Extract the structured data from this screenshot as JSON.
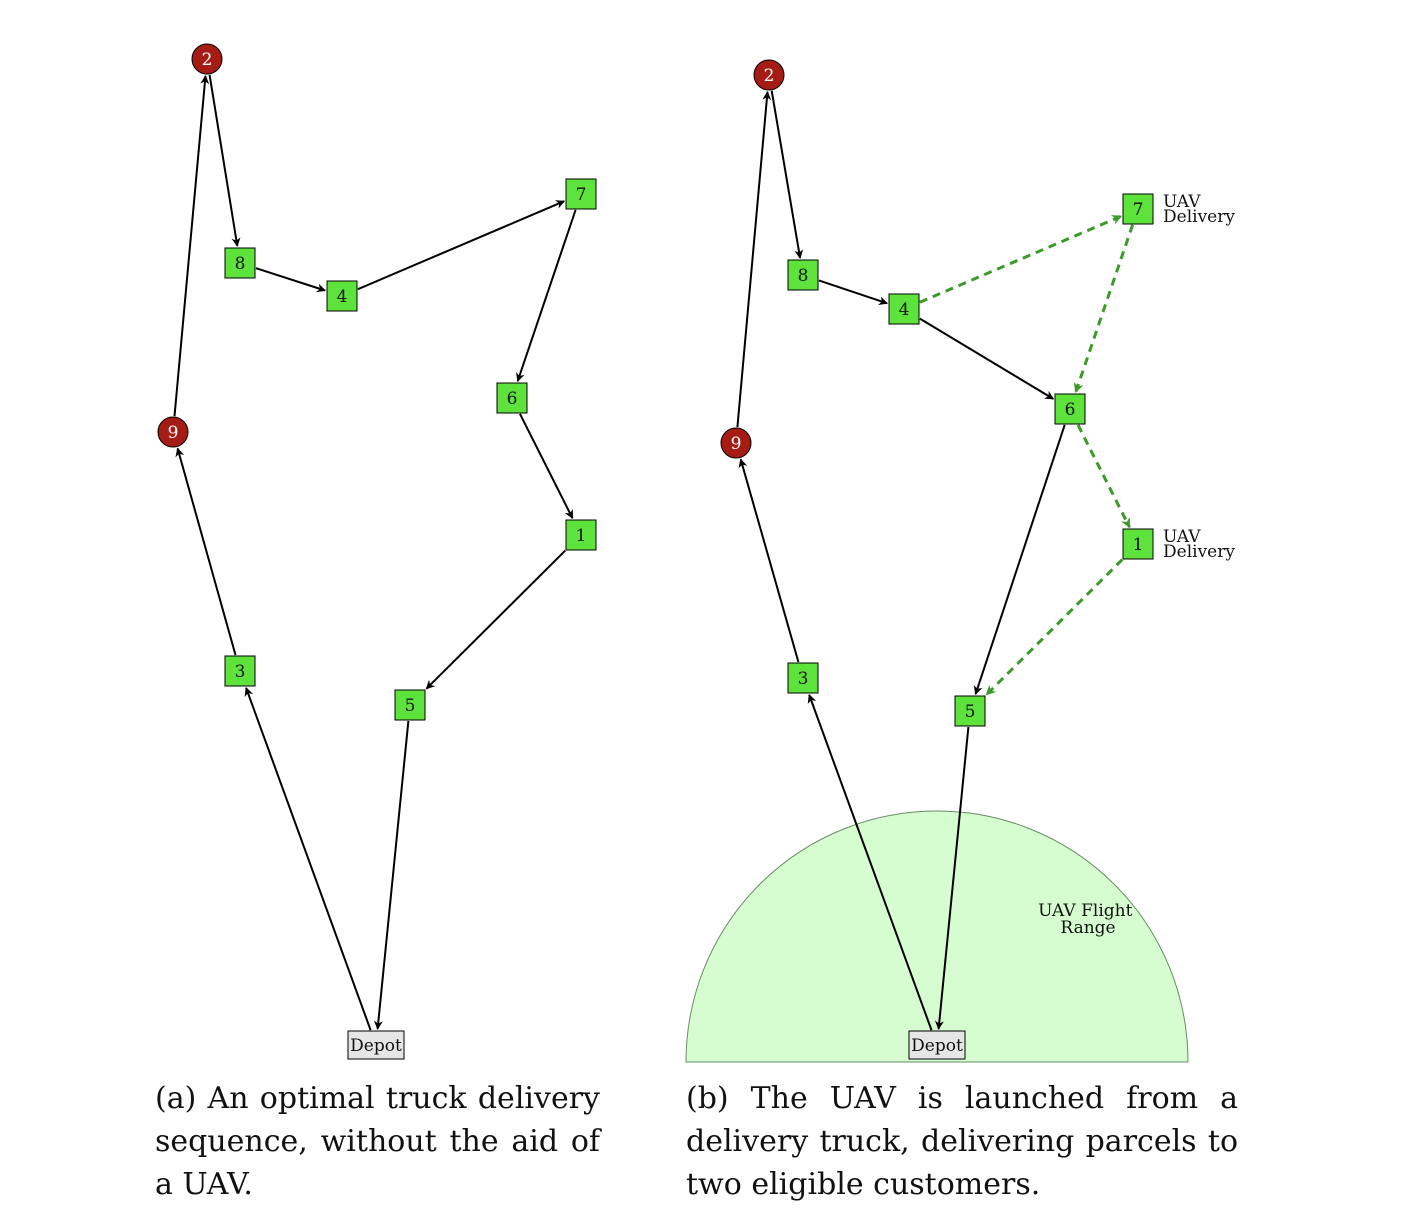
{
  "colors": {
    "green_node": "#5ee23c",
    "red_node": "#a51c14",
    "depot_fill": "#e6e6e6",
    "uav_route": "#3c9a2a",
    "range_fill": "#d6fdd0",
    "range_stroke": "#6a8a66",
    "edge": "#000000"
  },
  "panel_a": {
    "nodes": [
      {
        "label": "2",
        "kind": "red-circle"
      },
      {
        "label": "8",
        "kind": "green-square"
      },
      {
        "label": "4",
        "kind": "green-square"
      },
      {
        "label": "7",
        "kind": "green-square"
      },
      {
        "label": "6",
        "kind": "green-square"
      },
      {
        "label": "9",
        "kind": "red-circle"
      },
      {
        "label": "1",
        "kind": "green-square"
      },
      {
        "label": "3",
        "kind": "green-square"
      },
      {
        "label": "5",
        "kind": "green-square"
      },
      {
        "label": "Depot",
        "kind": "depot"
      }
    ],
    "truck_route": [
      "Depot",
      "3",
      "9",
      "2",
      "8",
      "4",
      "7",
      "6",
      "1",
      "5",
      "Depot"
    ],
    "caption": "(a) An optimal truck delivery sequence, without the aid of a UAV."
  },
  "panel_b": {
    "nodes": [
      {
        "label": "2",
        "kind": "red-circle"
      },
      {
        "label": "8",
        "kind": "green-square"
      },
      {
        "label": "4",
        "kind": "green-square"
      },
      {
        "label": "7",
        "kind": "green-square"
      },
      {
        "label": "6",
        "kind": "green-square"
      },
      {
        "label": "9",
        "kind": "red-circle"
      },
      {
        "label": "1",
        "kind": "green-square"
      },
      {
        "label": "3",
        "kind": "green-square"
      },
      {
        "label": "5",
        "kind": "green-square"
      },
      {
        "label": "Depot",
        "kind": "depot"
      }
    ],
    "truck_route": [
      "Depot",
      "3",
      "9",
      "2",
      "8",
      "4",
      "6",
      "5",
      "Depot"
    ],
    "uav_route_1": [
      "4",
      "7",
      "6"
    ],
    "uav_route_2": [
      "6",
      "1",
      "5"
    ],
    "uav_label_7": [
      "UAV",
      "Delivery"
    ],
    "uav_label_1": [
      "UAV",
      "Delivery"
    ],
    "range_label": [
      "UAV Flight",
      "Range"
    ],
    "caption": "(b) The UAV is launched from a delivery truck, delivering parcels to two eligible customers."
  }
}
